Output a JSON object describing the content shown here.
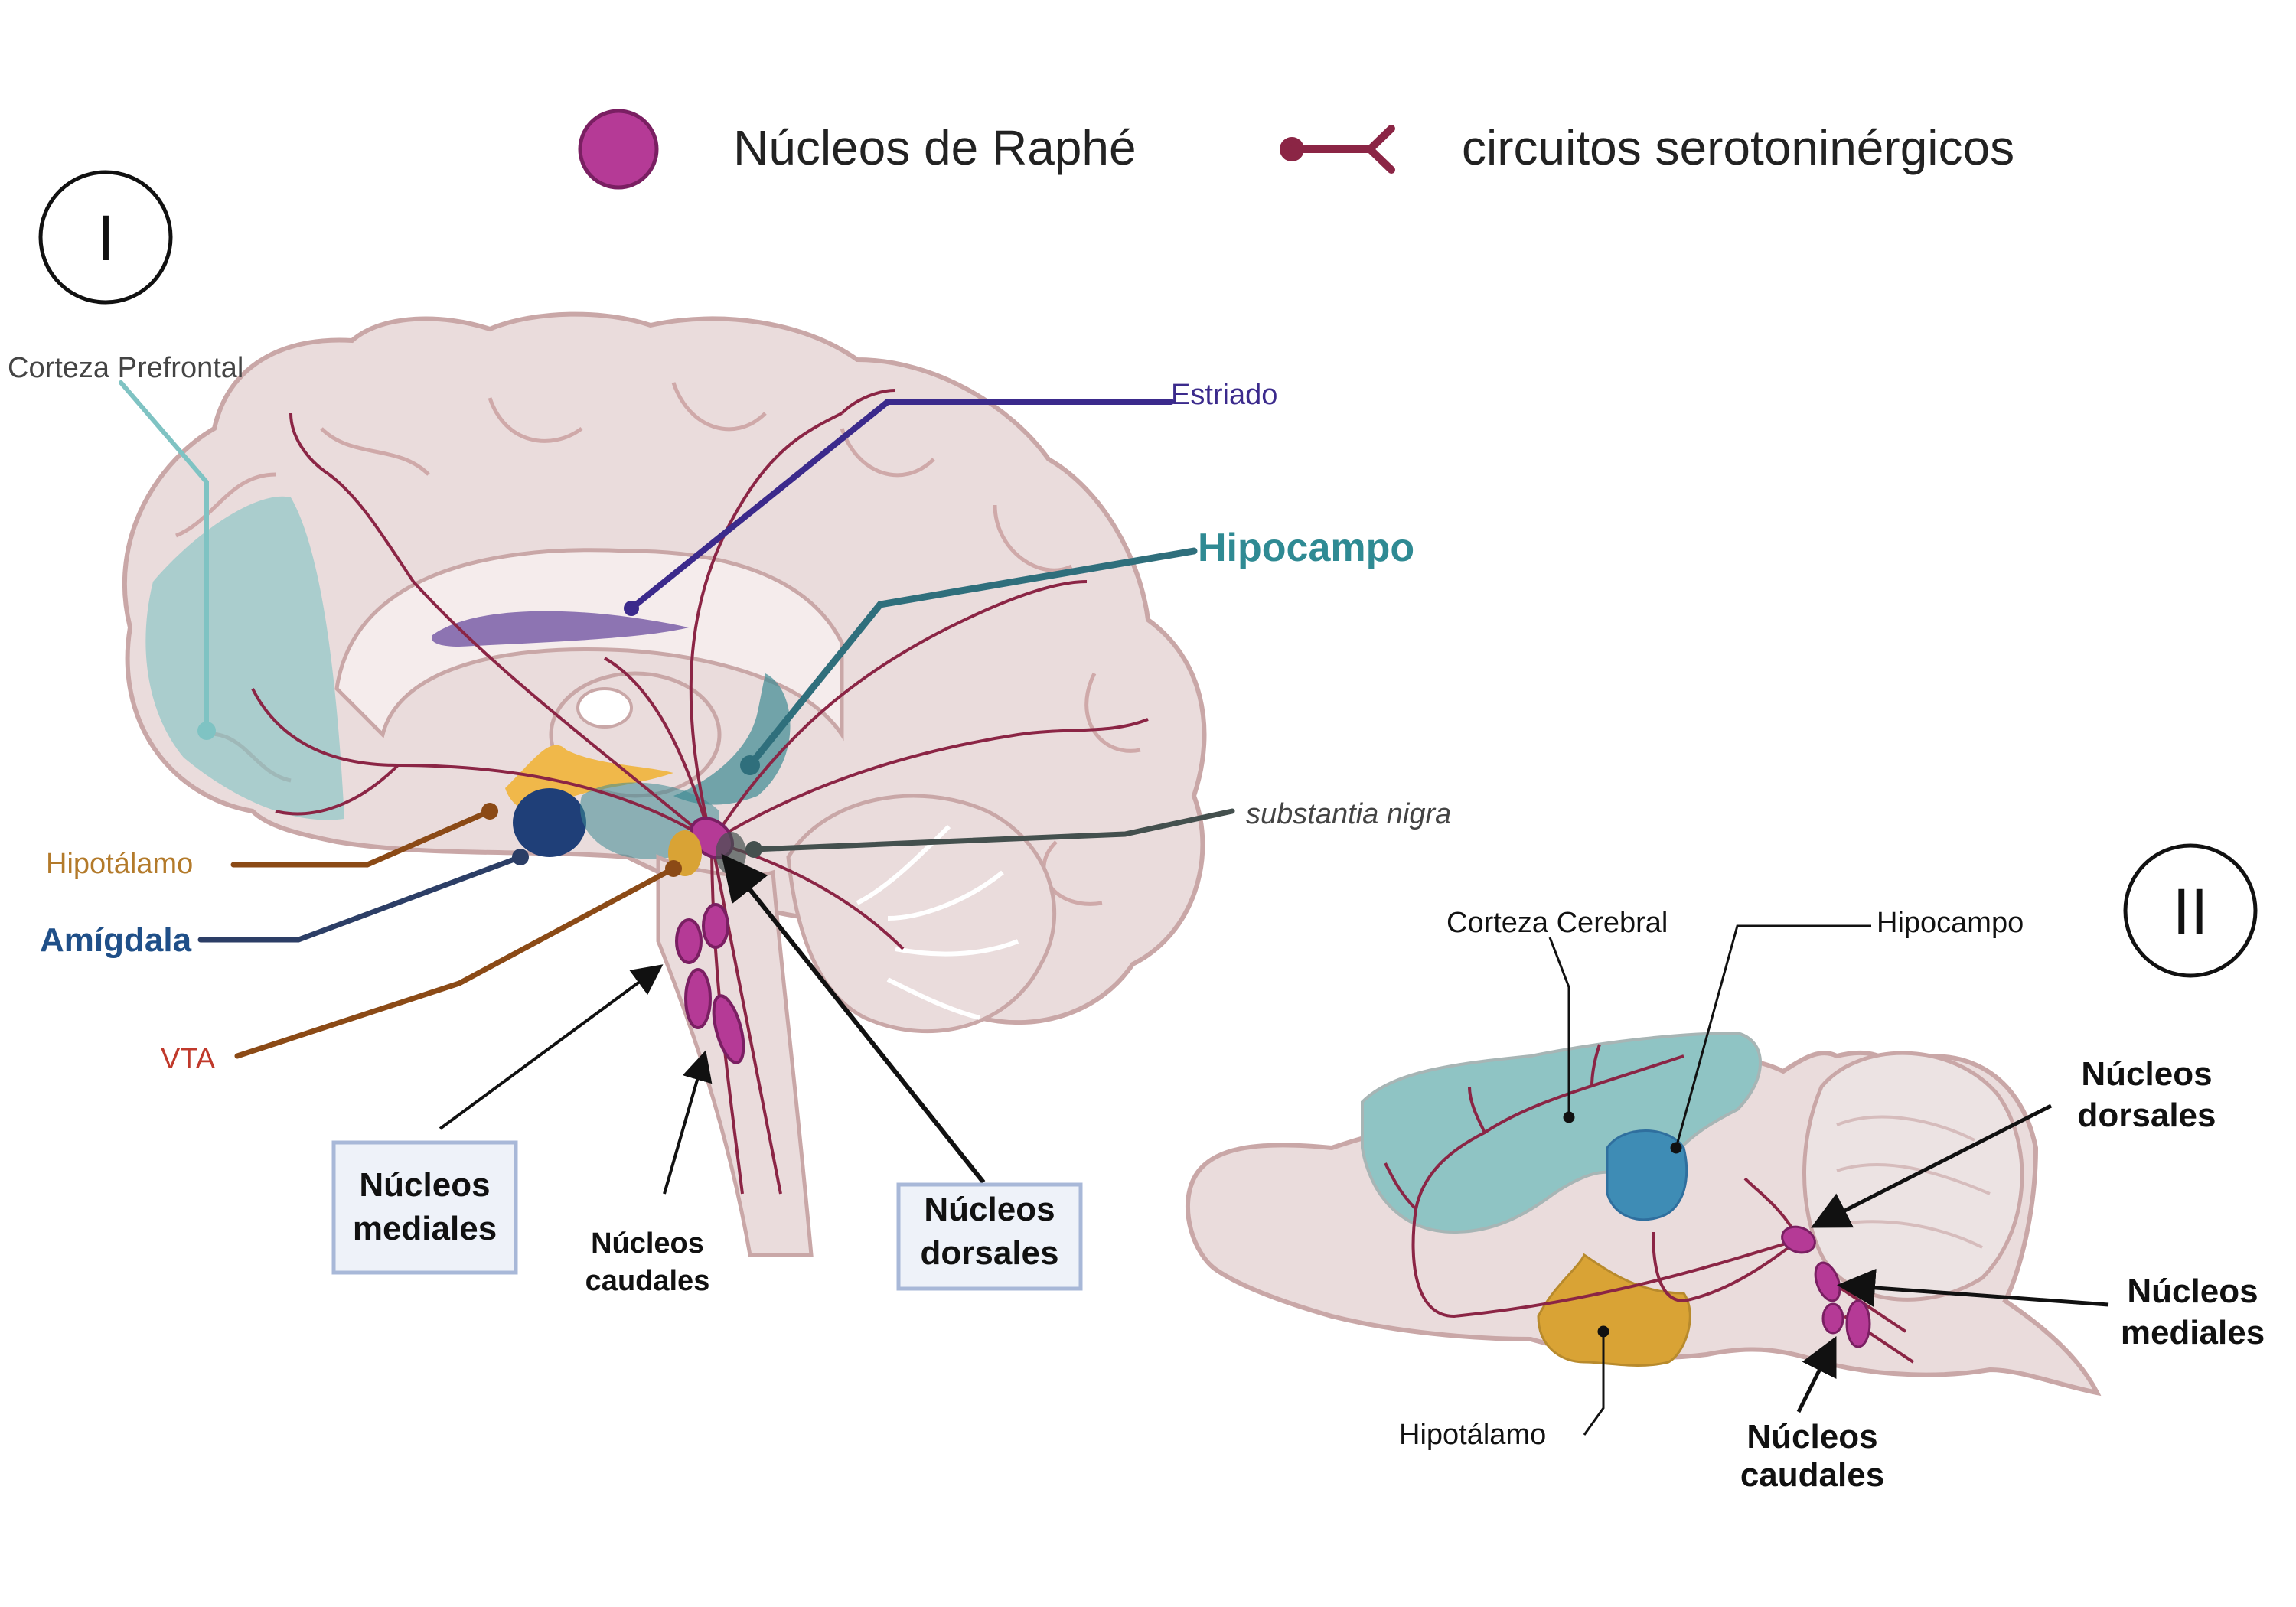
{
  "legend": {
    "raphe_label": "Núcleos de Raphé",
    "circuit_label": "circuitos serotoninérgicos"
  },
  "panel_1": {
    "roman": "I",
    "labels": {
      "prefrontal": "Corteza Prefrontal",
      "striatum": "Estriado",
      "hippocampus": "Hipocampo",
      "substantia_nigra": "substantia nigra",
      "hypothalamus": "Hipotálamo",
      "amygdala": "Amígdala",
      "vta": "VTA",
      "medial_line1": "Núcleos",
      "medial_line2": "mediales",
      "caudal_line1": "Núcleos",
      "caudal_line2": "caudales",
      "dorsal_line1": "Núcleos",
      "dorsal_line2": "dorsales"
    }
  },
  "panel_2": {
    "roman": "II",
    "labels": {
      "cortex": "Corteza Cerebral",
      "hippocampus": "Hipocampo",
      "hypothalamus": "Hipotálamo",
      "dorsal_line1": "Núcleos",
      "dorsal_line2": "dorsales",
      "medial_line1": "Núcleos",
      "medial_line2": "mediales",
      "caudal_line1": "Núcleos",
      "caudal_line2": "caudales"
    }
  },
  "colors": {
    "raphe": "#b53a96",
    "circuit": "#8b2545",
    "brain": "#eadcdc",
    "brain_outline": "#c9a7a7",
    "prefrontal": "#7fc3c3",
    "striatum": "#7a5fa8",
    "hippocampus": "#3d8a93",
    "amygdala": "#1f3f78",
    "hypothalamus": "#d9a335",
    "vta": "#8b4a16",
    "substantia_nigra": "#44504e"
  }
}
